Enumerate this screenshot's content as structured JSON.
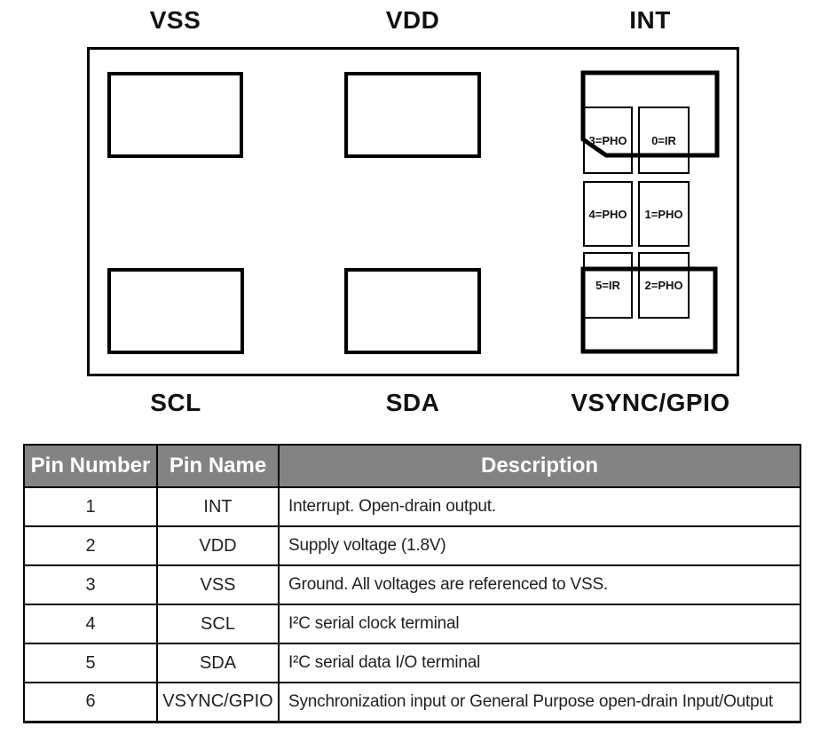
{
  "diagram": {
    "top_labels": [
      {
        "label": "VSS"
      },
      {
        "label": "VDD"
      },
      {
        "label": "INT"
      }
    ],
    "bottom_labels": [
      {
        "label": "SCL"
      },
      {
        "label": "SDA"
      },
      {
        "label": "VSYNC/GPIO"
      }
    ],
    "sensor_cells": [
      {
        "label": "3=PHO"
      },
      {
        "label": "0=IR"
      },
      {
        "label": "4=PHO"
      },
      {
        "label": "1=PHO"
      },
      {
        "label": "5=IR"
      },
      {
        "label": "2=PHO"
      }
    ]
  },
  "table": {
    "headers": {
      "pin_number": "Pin Number",
      "pin_name": "Pin Name",
      "description": "Description"
    },
    "rows": [
      {
        "pin_number": "1",
        "pin_name": "INT",
        "description": "Interrupt. Open-drain output."
      },
      {
        "pin_number": "2",
        "pin_name": "VDD",
        "description": "Supply voltage (1.8V)"
      },
      {
        "pin_number": "3",
        "pin_name": "VSS",
        "description": "Ground. All voltages are referenced to VSS."
      },
      {
        "pin_number": "4",
        "pin_name": "SCL",
        "description": "I²C serial clock terminal"
      },
      {
        "pin_number": "5",
        "pin_name": "SDA",
        "description": "I²C serial data I/O terminal"
      },
      {
        "pin_number": "6",
        "pin_name": "VSYNC/GPIO",
        "description": "Synchronization input or General Purpose open-drain Input/Output"
      }
    ]
  },
  "colors": {
    "line": "#000000",
    "table_header_bg": "#838383",
    "table_header_text": "#ffffff"
  }
}
